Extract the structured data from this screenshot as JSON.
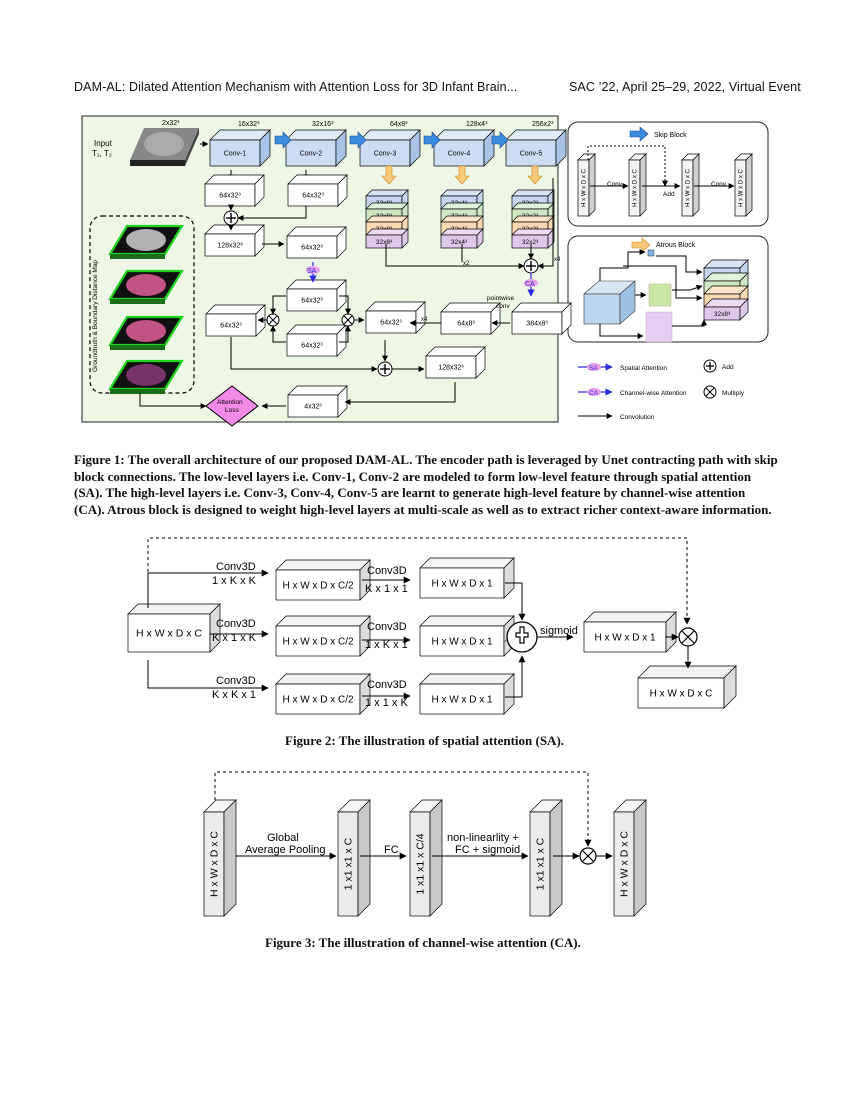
{
  "header": {
    "left": "DAM-AL: Dilated Attention Mechanism with Attention Loss for 3D Infant Brain...",
    "right": "SAC ’22, April 25–29, 2022, Virtual Event"
  },
  "fig1": {
    "input": "Input",
    "input_mod": "T₁, T₂",
    "dims_top": [
      "2x32³",
      "16x32³",
      "32x16³",
      "64x8³",
      "128x4³",
      "256x2³"
    ],
    "conv": [
      "Conv-1",
      "Conv-2",
      "Conv-3",
      "Conv-4",
      "Conv-5"
    ],
    "b64_a": "64x32³",
    "b64_b": "64x32³",
    "b128": "128x32³",
    "b64_c": "64x32³",
    "b64_d": "64x32³",
    "b64_e": "64x32³",
    "b64_f": "64x32³",
    "b64_g": "64x32³",
    "b64_8": "64x8³",
    "b384": "384x8³",
    "b128b": "128x32³",
    "b4x32": "4x32³",
    "stack3": [
      "32x8³",
      "32x8³",
      "32x8³",
      "32x8³"
    ],
    "stack4": [
      "32x4³",
      "32x4³",
      "32x4³",
      "32x4³"
    ],
    "stack5": [
      "32x2³",
      "32x2³",
      "32x2³",
      "32x2³"
    ],
    "x2": "x2",
    "x4": "x4",
    "x4b": "x4",
    "pointwise": "pointwise",
    "conv_word": "conv",
    "sa": "SA",
    "ca": "CA",
    "side_label": "Groundtruth & Boundary Distance Map",
    "attn_loss_1": "Attention",
    "attn_loss_2": "Loss",
    "skip_block": "Skip Block",
    "skip_conv1": "Conv",
    "skip_add": "Add",
    "skip_conv2": "Conv",
    "hwdc": "H x W x D x C",
    "atrous_block": "Atrous Block",
    "atrous_stack": [
      "32x8³",
      "32x8³",
      "32x8³",
      "32x8³"
    ],
    "legend_sa": "Spatial Attention",
    "legend_ca": "Channel-wise Attention",
    "legend_add": "Add",
    "legend_mul": "Multiply",
    "legend_conv": "Convolution"
  },
  "cap1": "Figure 1: The overall architecture of our proposed DAM-AL. The encoder path is leveraged by Unet contracting path with skip block connections. The low-level layers i.e. Conv-1, Conv-2 are modeled to form low-level feature through spatial attention (SA). The high-level layers i.e. Conv-3, Conv-4, Conv-5 are learnt to generate high-level feature by channel-wise attention (CA). Atrous block is designed to weight high-level layers at multi-scale as well as to extract richer context-aware information.",
  "fig2": {
    "input": "H x W x D x C",
    "r1_conv_a": "Conv3D",
    "r1_k_a": "1 x K x K",
    "r2_conv_a": "Conv3D",
    "r2_k_a": "K x 1 x K",
    "r3_conv_a": "Conv3D",
    "r3_k_a": "K x K x 1",
    "mid": "H x W x D x C/2",
    "r1_conv_b": "Conv3D",
    "r1_k_b": "K x 1 x 1",
    "r2_conv_b": "Conv3D",
    "r2_k_b": "1 x K x 1",
    "r3_conv_b": "Conv3D",
    "r3_k_b": "1 x 1 x K",
    "out1": "H x W x D x 1",
    "sigmoid": "sigmoid",
    "sig_out": "H x W x D x 1",
    "final": "H x W x D x C"
  },
  "cap2": "Figure 2: The illustration of spatial attention (SA).",
  "fig3": {
    "in": "H x W x D x C",
    "gap1": "Global",
    "gap2": "Average Pooling",
    "c1": "1 x1 x1 x C",
    "fc": "FC",
    "c2": "1 x1 x1 x C/4",
    "nl1": "non-linearlity +",
    "nl2": "FC + sigmoid",
    "c3": "1 x1 x1 x C",
    "out": "H x W x D x C"
  },
  "cap3": "Figure 3: The illustration of channel-wise attention (CA)."
}
